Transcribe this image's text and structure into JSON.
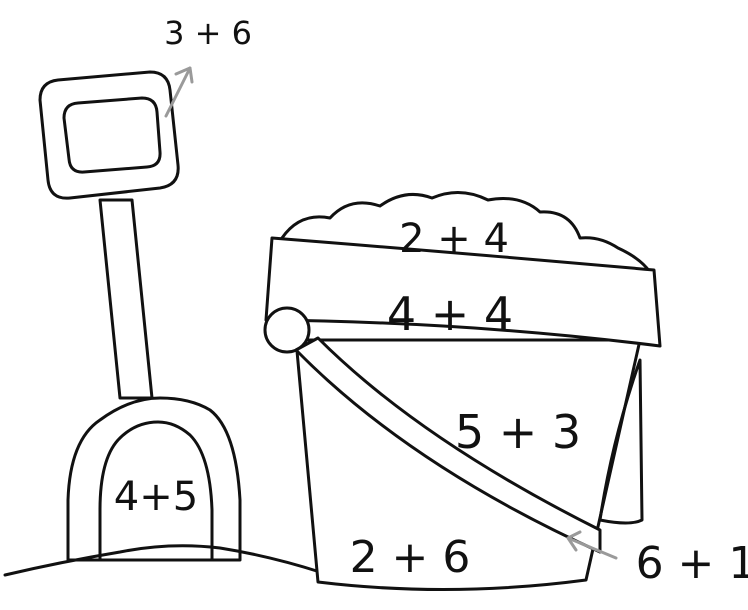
{
  "labels": {
    "shovel_handle": "3 + 6",
    "shovel_blade": "4+5",
    "sand_top": "2 + 4",
    "bucket_rim": "4 + 4",
    "bucket_upper": "5 + 3",
    "bucket_lower": "2 + 6",
    "bucket_handle": "6 + 1"
  },
  "colors": {
    "line": "#111111",
    "arrow": "#9a9a9a",
    "background": "#ffffff"
  }
}
